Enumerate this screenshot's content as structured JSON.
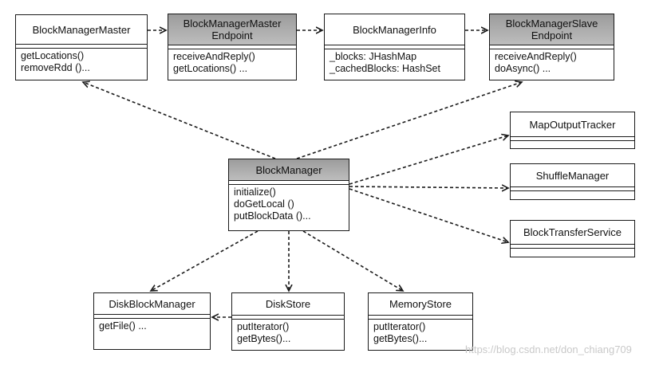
{
  "classes": {
    "block_manager_master": {
      "title": [
        "BlockManagerMaster"
      ],
      "members": [],
      "methods": [
        "getLocations()",
        "removeRdd ()..."
      ]
    },
    "block_manager_master_endpoint": {
      "title": [
        "BlockManagerMaster",
        "Endpoint"
      ],
      "members": [],
      "methods": [
        "receiveAndReply()",
        "getLocations() ..."
      ]
    },
    "block_manager_info": {
      "title": [
        "BlockManagerInfo"
      ],
      "members": [],
      "methods": [
        "_blocks: JHashMap",
        "_cachedBlocks: HashSet"
      ]
    },
    "block_manager_slave_endpoint": {
      "title": [
        "BlockManagerSlave",
        "Endpoint"
      ],
      "members": [],
      "methods": [
        "receiveAndReply()",
        "doAsync() ..."
      ]
    },
    "block_manager": {
      "title": [
        "BlockManager"
      ],
      "members": [],
      "methods": [
        "initialize()",
        "doGetLocal ()",
        "putBlockData ()..."
      ]
    },
    "map_output_tracker": {
      "title": [
        "MapOutputTracker"
      ],
      "members": [],
      "methods": []
    },
    "shuffle_manager": {
      "title": [
        "ShuffleManager"
      ],
      "members": [],
      "methods": []
    },
    "block_transfer_service": {
      "title": [
        "BlockTransferService"
      ],
      "members": [],
      "methods": []
    },
    "disk_block_manager": {
      "title": [
        "DiskBlockManager"
      ],
      "members": [],
      "methods": [
        "getFile() ..."
      ]
    },
    "disk_store": {
      "title": [
        "DiskStore"
      ],
      "members": [],
      "methods": [
        "putIterator()",
        "getBytes()..."
      ]
    },
    "memory_store": {
      "title": [
        "MemoryStore"
      ],
      "members": [],
      "methods": [
        "putIterator()",
        "getBytes()..."
      ]
    }
  },
  "relations": [
    {
      "from": "block_manager_master",
      "to": "block_manager_master_endpoint",
      "style": "dashed",
      "arrow": "open"
    },
    {
      "from": "block_manager_master_endpoint",
      "to": "block_manager_info",
      "style": "dashed",
      "arrow": "open"
    },
    {
      "from": "block_manager_info",
      "to": "block_manager_slave_endpoint",
      "style": "dashed",
      "arrow": "open"
    },
    {
      "from": "block_manager",
      "to": "block_manager_master",
      "style": "dashed",
      "arrow": "open"
    },
    {
      "from": "block_manager",
      "to": "block_manager_slave_endpoint",
      "style": "dashed",
      "arrow": "open"
    },
    {
      "from": "block_manager",
      "to": "map_output_tracker",
      "style": "dashed",
      "arrow": "open"
    },
    {
      "from": "block_manager",
      "to": "shuffle_manager",
      "style": "dashed",
      "arrow": "open"
    },
    {
      "from": "block_manager",
      "to": "block_transfer_service",
      "style": "dashed",
      "arrow": "open"
    },
    {
      "from": "block_manager",
      "to": "disk_block_manager",
      "style": "dashed",
      "arrow": "open"
    },
    {
      "from": "block_manager",
      "to": "disk_store",
      "style": "dashed",
      "arrow": "open"
    },
    {
      "from": "block_manager",
      "to": "memory_store",
      "style": "dashed",
      "arrow": "open"
    },
    {
      "from": "disk_store",
      "to": "disk_block_manager",
      "style": "dashed",
      "arrow": "open"
    }
  ],
  "watermark": "https://blog.csdn.net/don_chiang709",
  "colors": {
    "stroke": "#1a1a1a",
    "shaded_header": "#ababab",
    "background": "#ffffff",
    "watermark": "#c9c9c9"
  }
}
